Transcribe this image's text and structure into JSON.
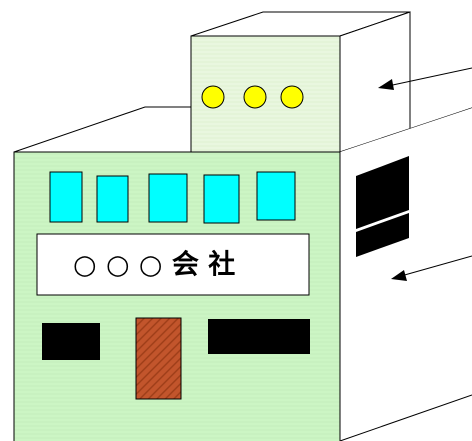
{
  "sign": {
    "text": "○ ○ ○ 会 社"
  },
  "colors": {
    "facade": "#ccf5c4",
    "rooftop_box": "#e8f6dd",
    "window_glass": "#00ffff",
    "indicator_light": "#ffff00",
    "door": "#c2552c",
    "side_windows": "#000000",
    "outline": "#000000"
  },
  "counts": {
    "front_windows": 5,
    "rooftop_lights": 3,
    "side_windows": 2
  }
}
